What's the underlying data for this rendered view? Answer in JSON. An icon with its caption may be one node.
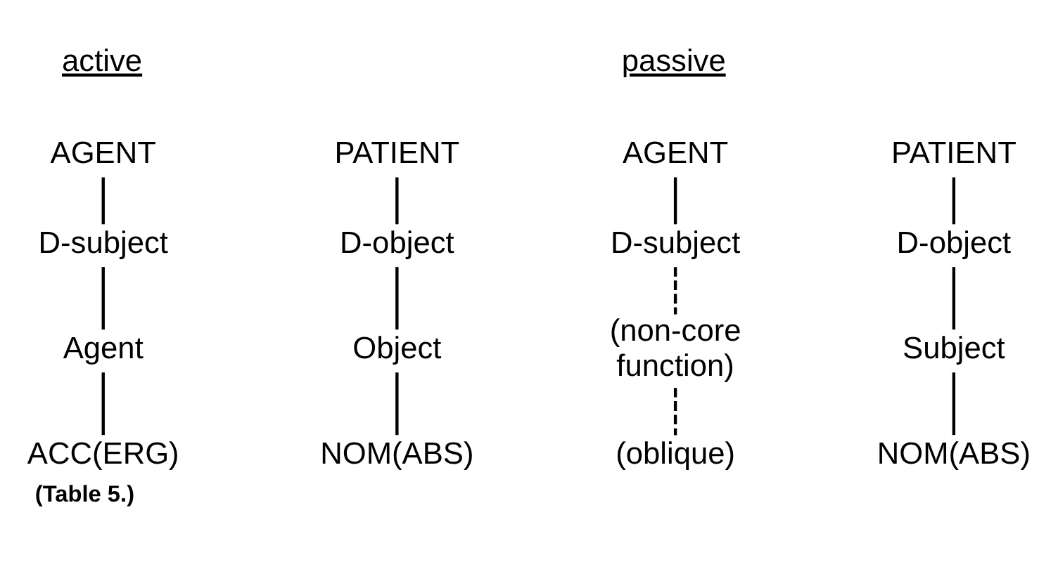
{
  "diagram": {
    "caption": "(Table 5.)",
    "nodes": [
      {
        "text": [
          "AGENT"
        ]
      },
      {
        "text": [
          "D-subject"
        ]
      },
      {
        "text": [
          "Agent"
        ]
      },
      {
        "text": [
          "ACC(ERG)"
        ]
      },
      {
        "text": [
          "PATIENT"
        ]
      },
      {
        "text": [
          "D-object"
        ]
      },
      {
        "text": [
          "Object"
        ]
      },
      {
        "text": [
          "NOM(ABS)"
        ]
      },
      {
        "text": [
          "AGENT"
        ]
      },
      {
        "text": [
          "D-subject"
        ]
      },
      {
        "text": [
          "(non-core function)"
        ]
      },
      {
        "text": [
          "(oblique)"
        ]
      },
      {
        "text": [
          "PATIENT"
        ]
      },
      {
        "text": [
          "D-object"
        ]
      },
      {
        "text": [
          "Subject"
        ]
      },
      {
        "text": [
          "NOM(ABS)"
        ]
      }
    ],
    "edges": [
      {
        "from": 0,
        "to": 1,
        "arrow": "none"
      },
      {
        "from": 1,
        "to": 2,
        "arrow": "none"
      },
      {
        "from": 2,
        "to": 3,
        "arrow": "none"
      },
      {
        "from": 4,
        "to": 5,
        "arrow": "none"
      },
      {
        "from": 5,
        "to": 6,
        "arrow": "none"
      },
      {
        "from": 6,
        "to": 7,
        "arrow": "none"
      },
      {
        "from": 8,
        "to": 9,
        "arrow": "none"
      },
      {
        "from": 9,
        "to": 10,
        "arrow": "none",
        "style": "dashed"
      },
      {
        "from": 10,
        "to": 11,
        "arrow": "none",
        "style": "dashed"
      },
      {
        "from": 12,
        "to": 13,
        "arrow": "none"
      },
      {
        "from": 13,
        "to": 14,
        "arrow": "none"
      },
      {
        "from": 14,
        "to": 15,
        "arrow": "none"
      }
    ],
    "labels": [
      "active",
      "passive"
    ]
  }
}
